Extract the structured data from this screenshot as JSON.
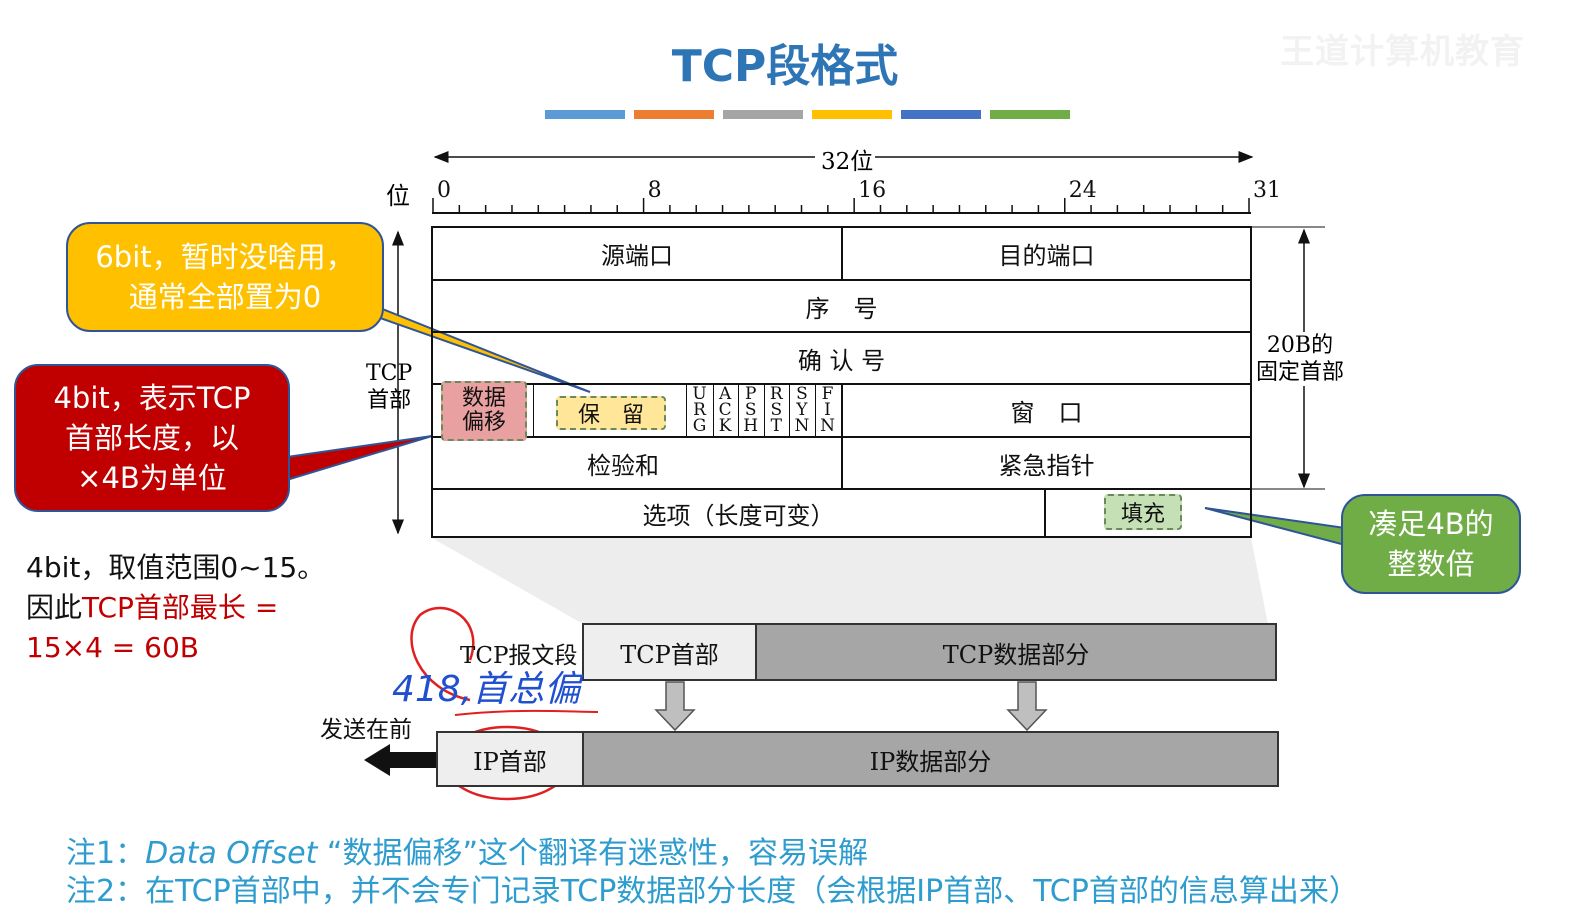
{
  "title": "TCP段格式",
  "watermark": "王道计算机教育",
  "stripe_colors": [
    "#5b9bd5",
    "#ed7d31",
    "#a5a5a5",
    "#ffc000",
    "#4472c4",
    "#70ad47"
  ],
  "ruler": {
    "width_label": "32位",
    "row_label": "位",
    "bit_labels": [
      "0",
      "8",
      "16",
      "24",
      "31"
    ]
  },
  "header": {
    "left_label": "TCP\n首部",
    "right_label": "20B的\n固定首部",
    "rows": {
      "src_port": "源端口",
      "dst_port": "目的端口",
      "seq": "序　号",
      "ack": "确 认 号",
      "data_offset": "数据\n偏移",
      "reserved": "保　留",
      "flags": [
        "URG",
        "ACK",
        "PSH",
        "RST",
        "SYN",
        "FIN"
      ],
      "window": "窗　口",
      "checksum": "检验和",
      "urgent": "紧急指针",
      "options": "选项（长度可变）",
      "padding": "填充"
    }
  },
  "callouts": {
    "reserved": "6bit，暂时没啥用，\n通常全部置为0",
    "offset": "4bit，表示TCP\n首部长度，以\n×4B为单位",
    "padding": "凑足4B的\n整数倍"
  },
  "offset_note": {
    "line1": "4bit，取值范围0~15。",
    "line2a": "因此",
    "line2b": "TCP首部最长 =",
    "line3": "15×4 = 60B"
  },
  "encap": {
    "segment_label": "TCP报文段",
    "tcp_header": "TCP首部",
    "tcp_data": "TCP数据部分",
    "send_first": "发送在前",
    "ip_header": "IP首部",
    "ip_data": "IP数据部分"
  },
  "annotation": "418,首总偏",
  "notes": {
    "note1_prefix": "注1：",
    "note1_term": "Data Offset",
    "note1_rest": "“数据偏移”这个翻译有迷惑性，容易误解",
    "note2": "注2：在TCP首部中，并不会专门记录TCP数据部分长度（会根据IP首部、TCP首部的信息算出来）"
  }
}
